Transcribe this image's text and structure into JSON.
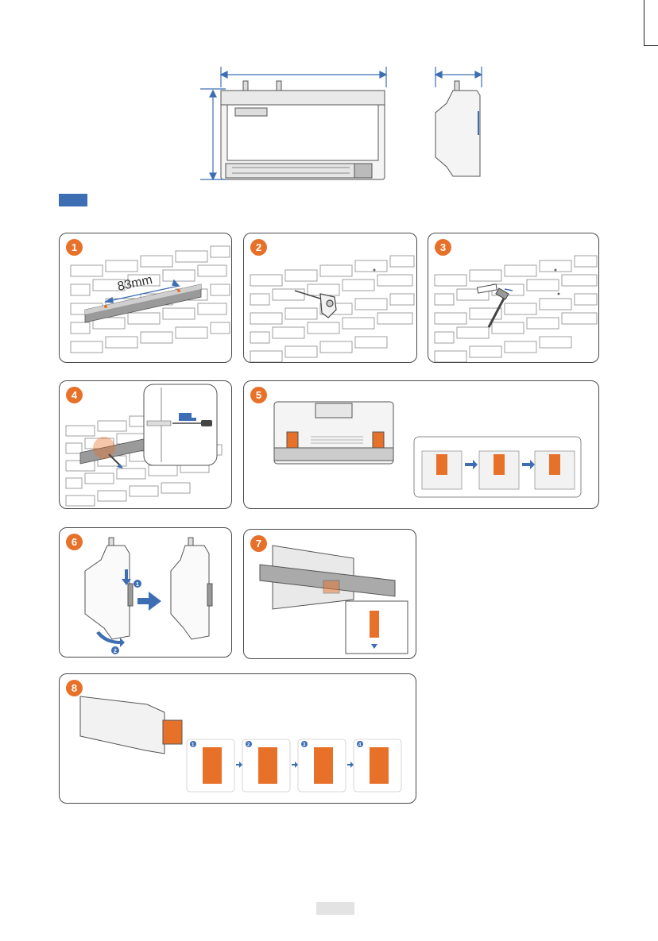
{
  "steps": [
    {
      "number": "1",
      "label": "83mm"
    },
    {
      "number": "2"
    },
    {
      "number": "3"
    },
    {
      "number": "4"
    },
    {
      "number": "5"
    },
    {
      "number": "6",
      "sub": [
        "1",
        "2"
      ]
    },
    {
      "number": "7"
    },
    {
      "number": "8",
      "sub": [
        "1",
        "2",
        "3",
        "4"
      ]
    }
  ],
  "colors": {
    "accent": "#e8712a",
    "blue": "#3d6eb4",
    "outline": "#4a4a4a"
  }
}
